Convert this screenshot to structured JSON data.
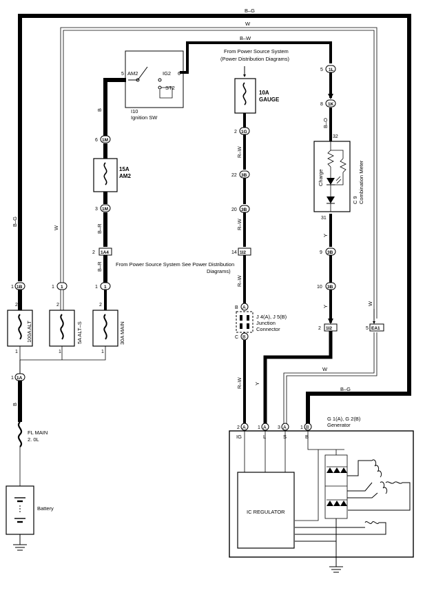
{
  "wires": {
    "b_g_top": "B–G",
    "w_top": "W",
    "b_w_top": "B–W",
    "b_g_left": "B–G",
    "w_left": "W",
    "b_am2": "B",
    "b_r_mid": "B–R",
    "b_r_low": "B–R",
    "r_w_1": "R–W",
    "r_w_2": "R–W",
    "r_w_3": "R–W",
    "r_w_4": "R–W",
    "b_o": "B–O",
    "y_1": "Y",
    "y_2": "Y",
    "y_3": "Y",
    "w_right": "W",
    "w_bottom": "W",
    "b_g_bottom": "B–G",
    "b_fl": "B"
  },
  "notes": {
    "power_source_top_1": "From Power Source System",
    "power_source_top_2": "(Power Distribution Diagrams)",
    "power_source_mid_1": "From Power Source System  See Power Distribution",
    "power_source_mid_2": "Diagrams)"
  },
  "components": {
    "ignition_switch": {
      "id": "I10",
      "name": "Ignition SW",
      "am2": "AM2",
      "ig2": "IG2",
      "st2": "ST2",
      "pin_am2": "5",
      "pin_ig2": "6"
    },
    "fuse_gauge": {
      "rating": "10A",
      "name": "GAUGE"
    },
    "fuse_am2": {
      "rating": "15A",
      "name": "AM2"
    },
    "fuse_alt": "100A ALT",
    "fuse_alt_s": "5A ALT–S",
    "fuse_main": "30A MAIN",
    "fl_main": {
      "name": "FL MAIN",
      "rating": "2. 0L"
    },
    "battery": "Battery",
    "combination_meter": {
      "id": "C 9",
      "name": "Combination Meter",
      "lamp": "Charge",
      "pin_in": "32",
      "pin_out": "31"
    },
    "junction": {
      "line1": "J 4(A), J 5(B)",
      "line2": "Junction",
      "line3": "Connector"
    },
    "generator": {
      "line1": "G 1(A), G 2(B)",
      "line2": "Generator",
      "terminals": [
        "IG",
        "L",
        "S",
        "B"
      ],
      "regulator": "IC REGULATOR"
    }
  },
  "connectors": {
    "c1B": "1B",
    "c1": "1",
    "c1b": "1",
    "c1A": "1A",
    "c1M_a": "1M",
    "c1M_b": "1M",
    "c1A4": "1A4",
    "c1G": "1G",
    "c3B_a": "3B",
    "c3B_b": "3B",
    "c1I2_a": "1I2",
    "c1I2_b": "1I2",
    "c1L": "1L",
    "c1K": "1K",
    "c3B_c": "3B",
    "c3B_d": "3B",
    "cEA1": "EA1",
    "cA": "A",
    "cB": "B",
    "cC": "C"
  },
  "pins": {
    "p1_alt": "1",
    "p2_alt": "2",
    "p1_alt_b": "1",
    "p1_alts": "1",
    "p2_alts": "2",
    "p1_alts_b": "1",
    "p1_main": "1",
    "p2_main": "2",
    "p1_main_b": "1",
    "p2_a4": "2",
    "p3_m": "3",
    "p6_m": "6",
    "p1_fl": "1",
    "p2_g": "2",
    "p22_b": "22",
    "p20_b": "20",
    "p14_i2": "14",
    "p5_l": "5",
    "p8_k": "8",
    "p9_b": "9",
    "p10_b": "10",
    "p2_i2": "2",
    "p5_ea1": "5",
    "gen_p2": "2",
    "gen_p1": "1",
    "gen_p3": "3",
    "gen_p1b": "1"
  }
}
